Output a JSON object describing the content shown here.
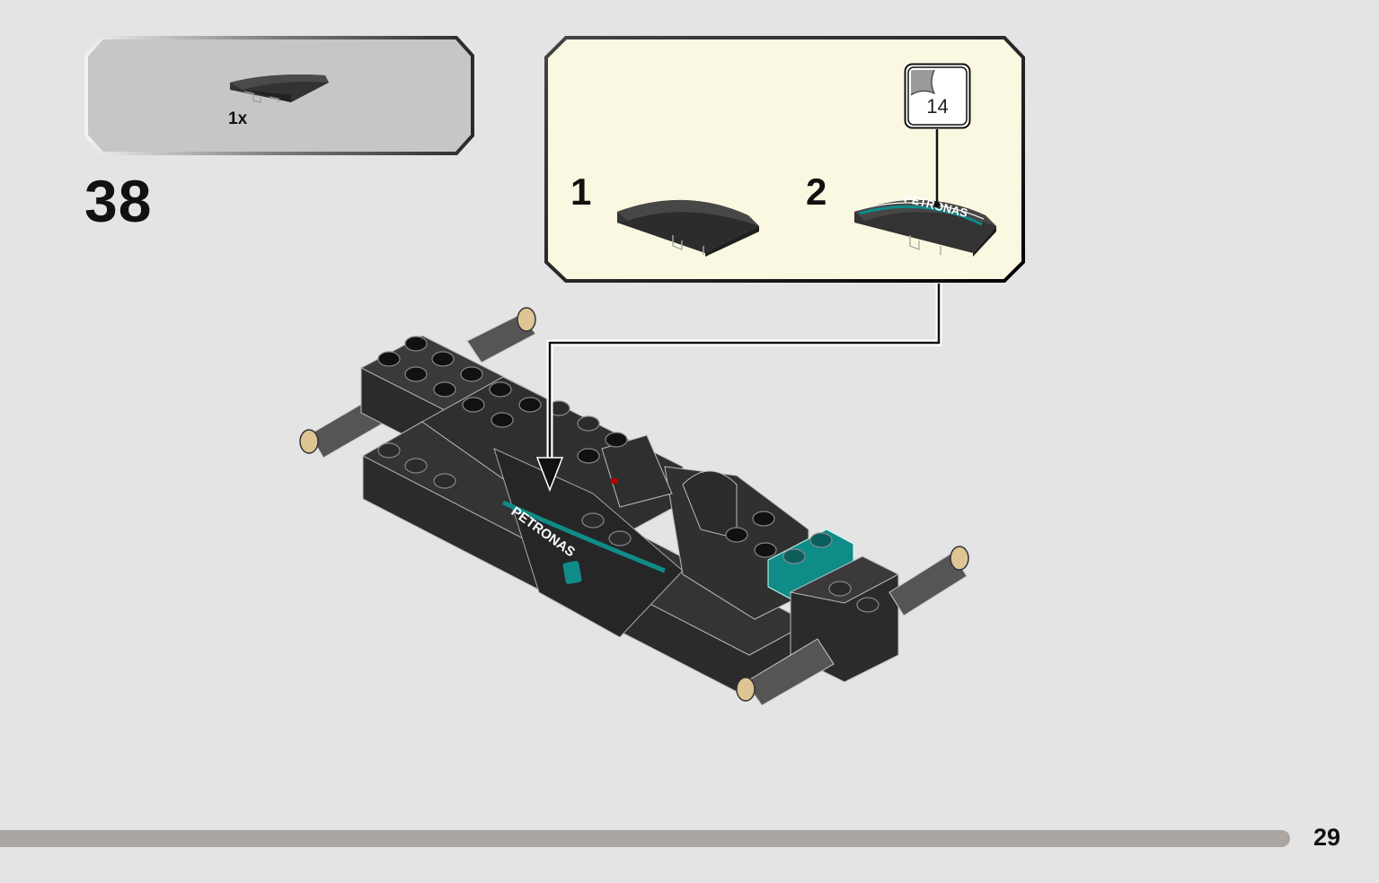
{
  "parts_list": {
    "quantity": "1x",
    "part_icon": "curved-slope-black-icon"
  },
  "step": {
    "number": "38"
  },
  "sub_steps": {
    "first": "1",
    "second": "2",
    "sticker_number": "14",
    "sticker_text": "PETRONAS",
    "icons": [
      "curved-slope-plain-icon",
      "curved-slope-stickered-icon",
      "sticker-sheet-icon"
    ]
  },
  "model": {
    "side_text": "PETRONAS",
    "icon": "f1-chassis-icon"
  },
  "footer": {
    "page_number": "29"
  },
  "colors": {
    "background": "#e4e4e4",
    "parts_box": "#c6c6c6",
    "callout": "#fbf8e1",
    "brick_black": "#2b2b2b",
    "teal": "#0f8c88",
    "tan": "#dfc594",
    "progress": "#aba6a1"
  }
}
